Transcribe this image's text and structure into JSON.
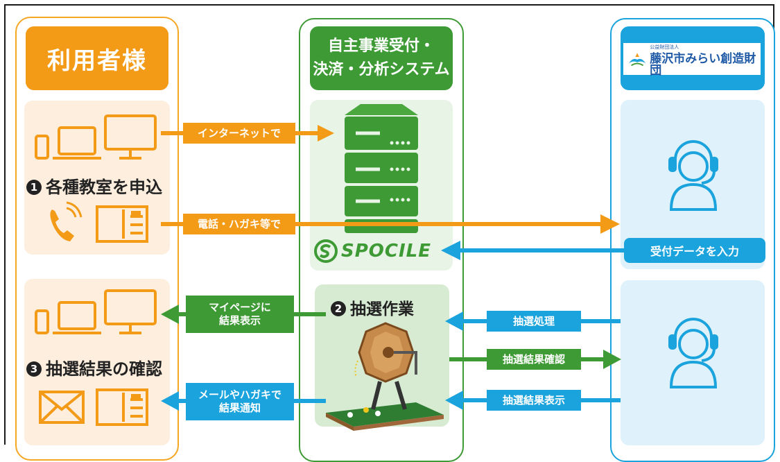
{
  "columns": {
    "user": {
      "title": "利用者様"
    },
    "system": {
      "title_line1": "自主事業受付・",
      "title_line2": "決済・分析システム"
    },
    "org": {
      "logo_small": "公益財団法人",
      "logo_name": "藤沢市みらい創造財団"
    }
  },
  "steps": {
    "step1": {
      "num": "1",
      "label": "各種教室を申込"
    },
    "step2": {
      "num": "2",
      "label": "抽選作業"
    },
    "step3": {
      "num": "3",
      "label": "抽選結果の確認"
    }
  },
  "arrows": {
    "internet": "インターネットで",
    "phone_postcard": "電話・ハガキ等で",
    "enter_data": "受付データを入力",
    "mypage_line1": "マイページに",
    "mypage_line2": "結果表示",
    "mail_line1": "メールやハガキで",
    "mail_line2": "結果通知",
    "lottery_process": "抽選処理",
    "lottery_confirm": "抽選結果確認",
    "lottery_display": "抽選結果表示"
  },
  "brand": {
    "name": "SPOCILE"
  },
  "icons": [
    "smartphone-icon",
    "laptop-icon",
    "monitor-icon",
    "phone-icon",
    "postcard-icon",
    "mail-icon",
    "server-icon",
    "operator-icon",
    "lottery-machine-icon"
  ],
  "colors": {
    "orange": "#f39a16",
    "green": "#3e9a35",
    "blue": "#1aa3dc"
  }
}
